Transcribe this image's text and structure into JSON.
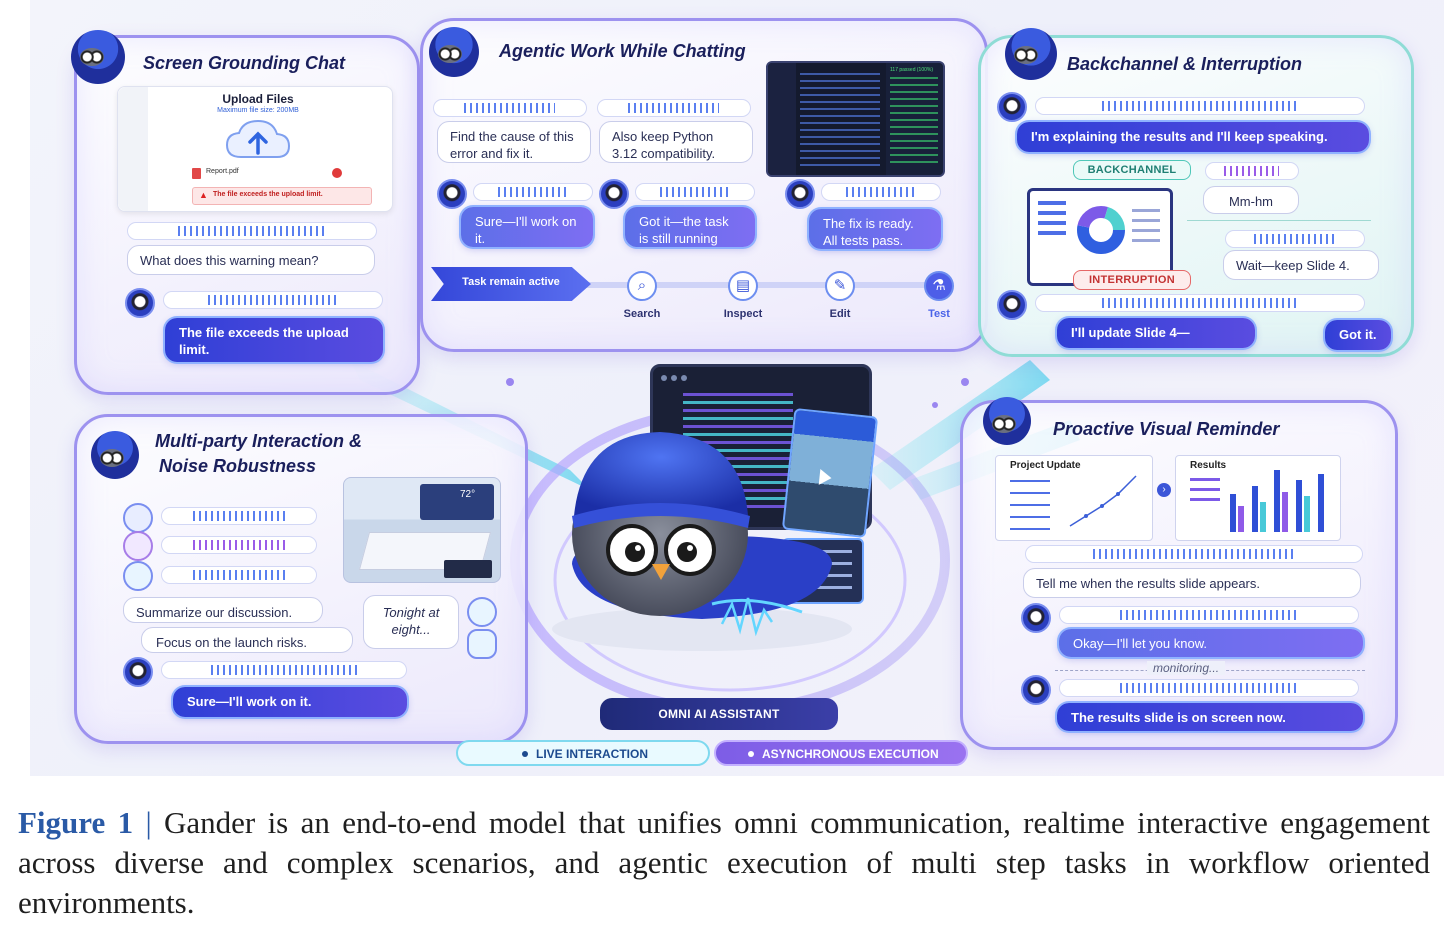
{
  "panels": {
    "screen_grounding": {
      "title": "Screen Grounding Chat",
      "upload_title": "Upload Files",
      "upload_subtitle": "Maximum file size: 200MB",
      "file_name": "Report.pdf",
      "error_text": "The file exceeds the upload limit.",
      "user_msg": "What does this warning mean?",
      "ai_msg": "The file exceeds the upload limit."
    },
    "agentic": {
      "title": "Agentic Work While Chatting",
      "user_msg_1": "Find the cause of this error and fix it.",
      "user_msg_2": "Also keep Python 3.12 compatibility.",
      "ai_msg_1": "Sure—I'll work on it.",
      "ai_msg_2": "Got it—the task is still running",
      "ai_msg_3": "The fix is ready. All tests pass.",
      "task_label": "Task remain active",
      "tools": [
        "Search",
        "Inspect",
        "Edit",
        "Test"
      ],
      "tests_badge": "117 passed (100%)"
    },
    "backchannel": {
      "title": "Backchannel & Interruption",
      "ai_msg_1": "I'm explaining the results and I'll keep speaking.",
      "backchannel_tag": "BACKCHANNEL",
      "user_backchannel": "Mm-hm",
      "interruption_tag": "INTERRUPTION",
      "user_interrupt": "Wait—keep Slide 4.",
      "ai_msg_2": "I'll update Slide 4—",
      "ai_msg_3": "Got it."
    },
    "multiparty": {
      "title_line1": "Multi-party Interaction &",
      "title_line2": "Noise Robustness",
      "tv_temp": "72°",
      "user_msg_1": "Summarize our discussion.",
      "user_msg_2": "Focus on the launch risks.",
      "tv_msg": "Tonight at eight...",
      "ai_msg": "Sure—I'll work on it."
    },
    "proactive": {
      "title": "Proactive Visual Reminder",
      "slide1_title": "Project Update",
      "slide2_title": "Results",
      "user_msg": "Tell me when the results slide appears.",
      "ai_msg_1": "Okay—I'll let you know.",
      "monitoring": "monitoring...",
      "ai_msg_2": "The results slide is on screen now."
    }
  },
  "center": {
    "assistant_label": "OMNI AI ASSISTANT",
    "live_label": "LIVE INTERACTION",
    "async_label": "ASYNCHRONOUS EXECUTION"
  },
  "caption": {
    "lead": "Figure 1",
    "separator": "|",
    "text": "Gander is an end-to-end model that unifies omni communication, realtime interactive engagement across diverse and complex scenarios, and agentic execution of multi step tasks in workflow oriented environments."
  },
  "colors": {
    "accent_blue": "#2f3fd6",
    "panel_purple": "#a99cf0",
    "panel_teal": "#8fdcd6",
    "caption_blue": "#2a5aa6"
  }
}
